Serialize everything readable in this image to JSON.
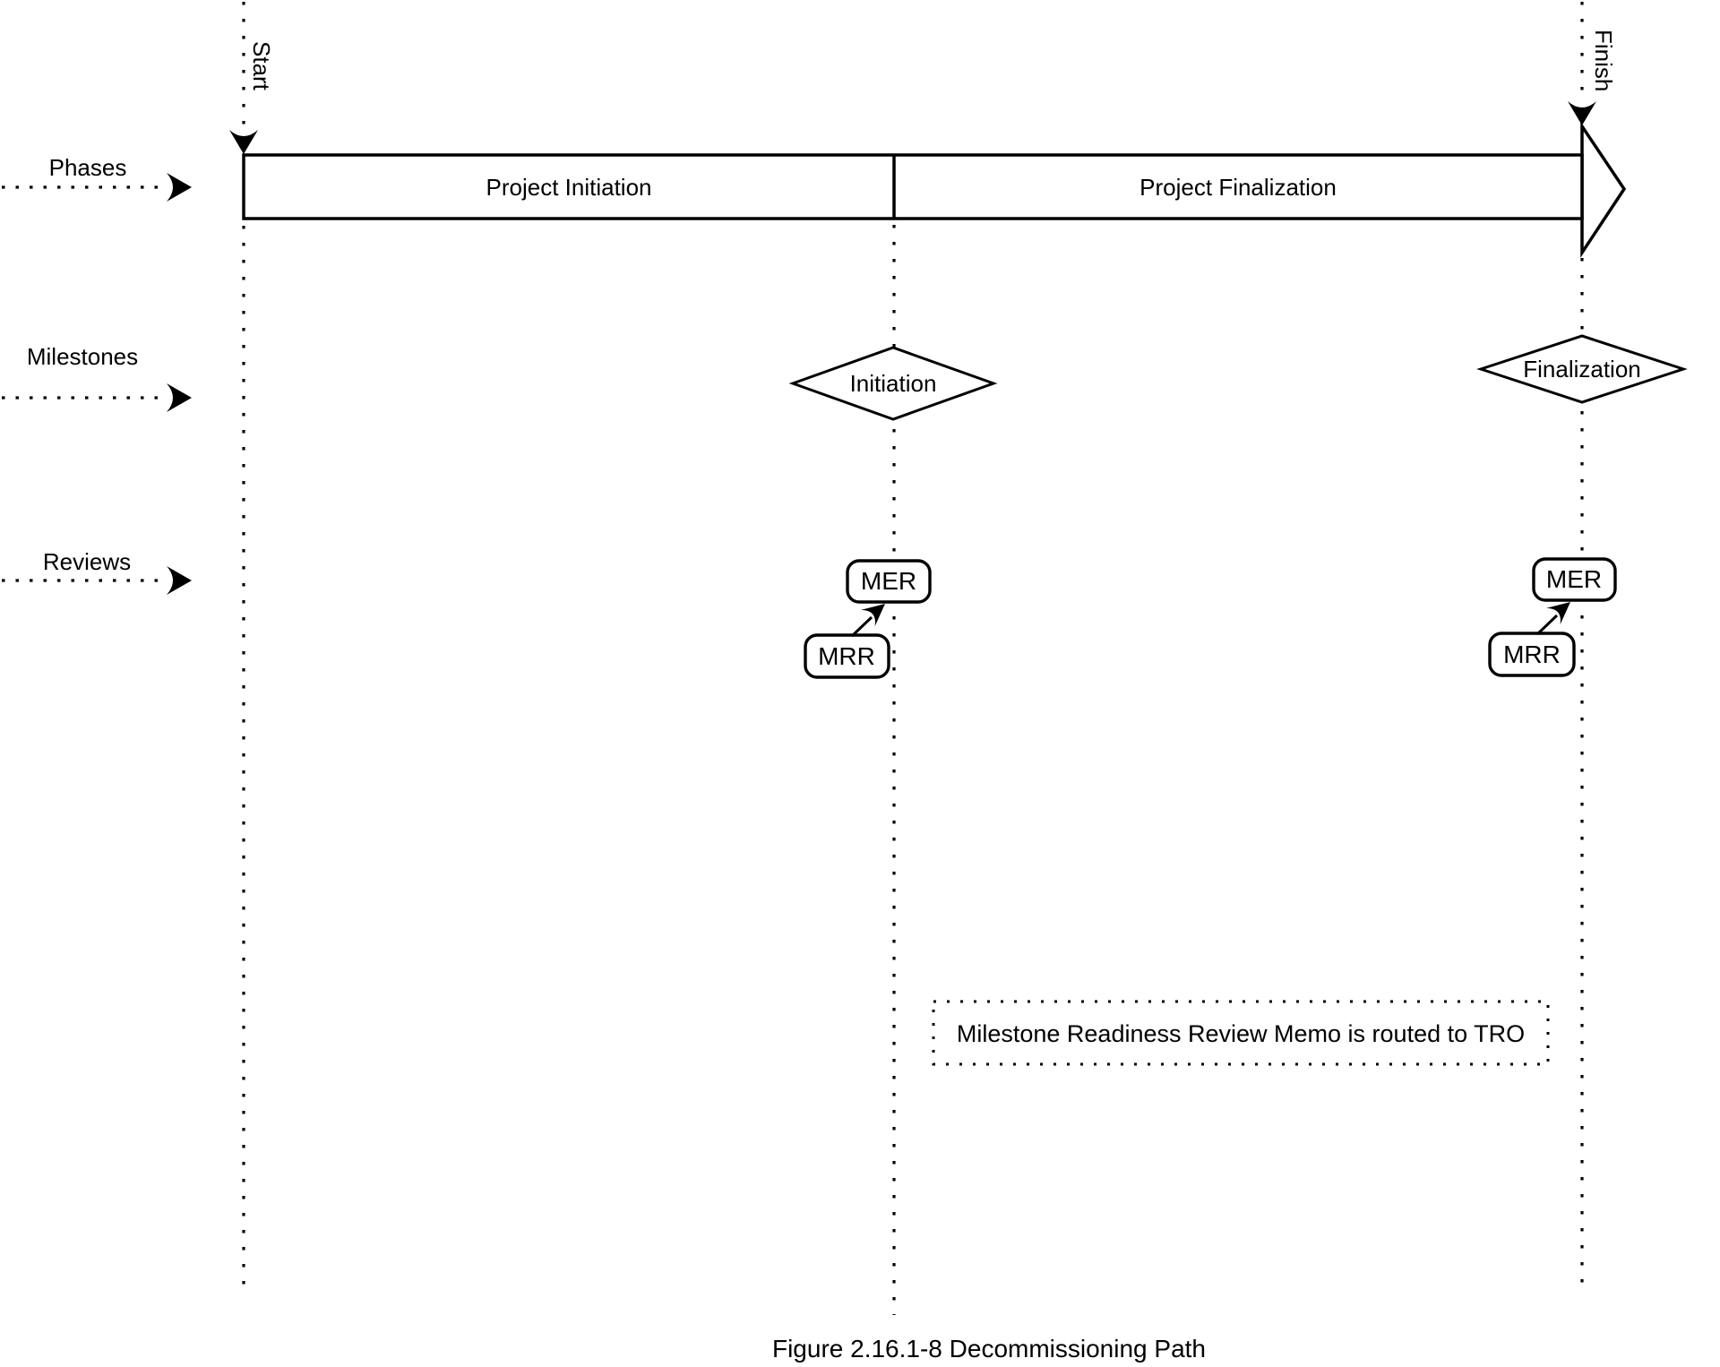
{
  "figure_caption": "Figure 2.16.1-8 Decommissioning Path",
  "swimlanes": {
    "phases": "Phases",
    "milestones": "Milestones",
    "reviews": "Reviews"
  },
  "timeline": {
    "start": "Start",
    "finish": "Finish"
  },
  "phases": {
    "segments": [
      {
        "label": "Project Initiation"
      },
      {
        "label": "Project Finalization"
      }
    ]
  },
  "milestones": [
    {
      "label": "Initiation"
    },
    {
      "label": "Finalization"
    }
  ],
  "reviews": {
    "initiation_mer": "MER",
    "initiation_mrr": "MRR",
    "finalization_mer": "MER",
    "finalization_mrr": "MRR"
  },
  "note": "Milestone Readiness Review Memo is routed to TRO",
  "colors": {
    "ink": "#000000",
    "background": "#ffffff"
  }
}
